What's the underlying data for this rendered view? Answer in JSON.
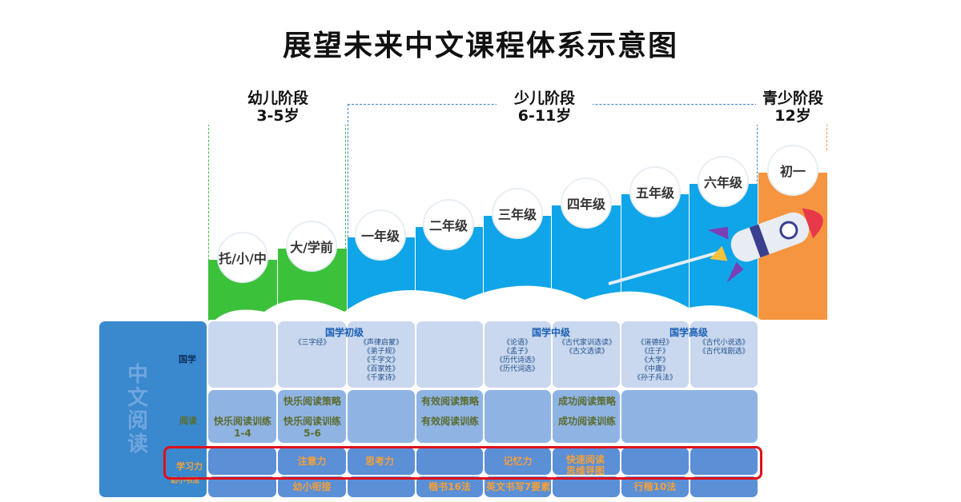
{
  "title": "展望未来中文课程体系示意图",
  "stages": {
    "preschool": {
      "name": "幼儿阶段",
      "age": "3-5岁"
    },
    "primary": {
      "name": "少儿阶段",
      "age": "6-11岁"
    },
    "teen": {
      "name": "青少阶段",
      "age": "12岁"
    }
  },
  "grades": [
    "托/小/中",
    "大/学前",
    "一年级",
    "二年级",
    "三年级",
    "四年级",
    "五年级",
    "六年级",
    "初一"
  ],
  "side_title": [
    "中",
    "文",
    "阅",
    "读"
  ],
  "row_labels": {
    "guoxue": "国学",
    "yuedu": "阅读",
    "xuexili": "学习力",
    "youxiao": "幼小书法"
  },
  "guoxue": {
    "headings": [
      "国学初级",
      "国学中级",
      "国学高级"
    ],
    "col1": "《三字经》",
    "col2": [
      "《声律启蒙》",
      "《弟子规》",
      "《千字文》",
      "《百家姓》",
      "《千家诗》"
    ],
    "col5": [
      "《论语》",
      "《孟子》",
      "《历代诗选》",
      "《历代词选》"
    ],
    "col6": [
      "《古代家训选读》",
      "《古文选读》"
    ],
    "col7": [
      "《道德经》",
      "《庄子》",
      "《大学》",
      "《中庸》",
      "《孙子兵法》"
    ],
    "col8": [
      "《古代小说选》",
      "《古代戏剧选》"
    ]
  },
  "yuedu": {
    "c1a": "快乐阅读训练",
    "c1b": "1-4",
    "c2a": "快乐阅读策略",
    "c2b": "快乐阅读训练",
    "c2c": "5-6",
    "c4a": "有效阅读策略",
    "c4b": "有效阅读训练",
    "c6a": "成功阅读策略",
    "c6b": "成功阅读训练"
  },
  "xuexili": {
    "c2": "注意力",
    "c3": "思考力",
    "c5": "记忆力",
    "c6": "快速阅读 思维导图"
  },
  "bottom": {
    "c2": "幼小衔接",
    "c4": "楷书16法",
    "c5": "英文书写7要素",
    "c7": "行楷10法"
  },
  "colors": {
    "green": "#3cc13b",
    "blue": "#10a5e8",
    "orange": "#f6953f",
    "highlight": "#e0101a"
  }
}
